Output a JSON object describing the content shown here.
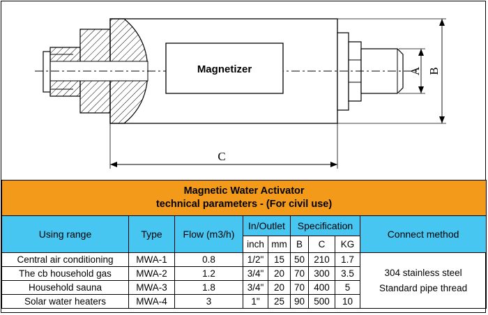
{
  "drawing": {
    "center_label": "Magnetizer",
    "dim_a": "A",
    "dim_b": "B",
    "dim_c": "C"
  },
  "table": {
    "title_line1": "Magnetic Water Activator",
    "title_line2": "technical parameters - (For civil use)",
    "headers": {
      "using_range": "Using range",
      "type": "Type",
      "flow": "Flow (m3/h)",
      "in_outlet": "In/Outlet",
      "specification": "Specification",
      "connect_method": "Connect method",
      "inch": "inch",
      "mm": "mm",
      "b": "B",
      "c": "C",
      "kg": "KG"
    },
    "rows": [
      {
        "range": "Central air conditioning",
        "type": "MWA-1",
        "flow": "0.8",
        "inch": "1/2\"",
        "mm": "15",
        "b": "50",
        "c": "210",
        "kg": "1.7"
      },
      {
        "range": "The cb household gas",
        "type": "MWA-2",
        "flow": "1.2",
        "inch": "3/4\"",
        "mm": "20",
        "b": "70",
        "c": "300",
        "kg": "3.5"
      },
      {
        "range": "Household sauna",
        "type": "MWA-3",
        "flow": "1.8",
        "inch": "3/4\"",
        "mm": "20",
        "b": "70",
        "c": "400",
        "kg": "5"
      },
      {
        "range": "Solar water heaters",
        "type": "MWA-4",
        "flow": "3",
        "inch": "1\"",
        "mm": "25",
        "b": "90",
        "c": "500",
        "kg": "10"
      }
    ],
    "connect_method_line1": "304 stainless steel",
    "connect_method_line2": "Standard pipe thread"
  }
}
